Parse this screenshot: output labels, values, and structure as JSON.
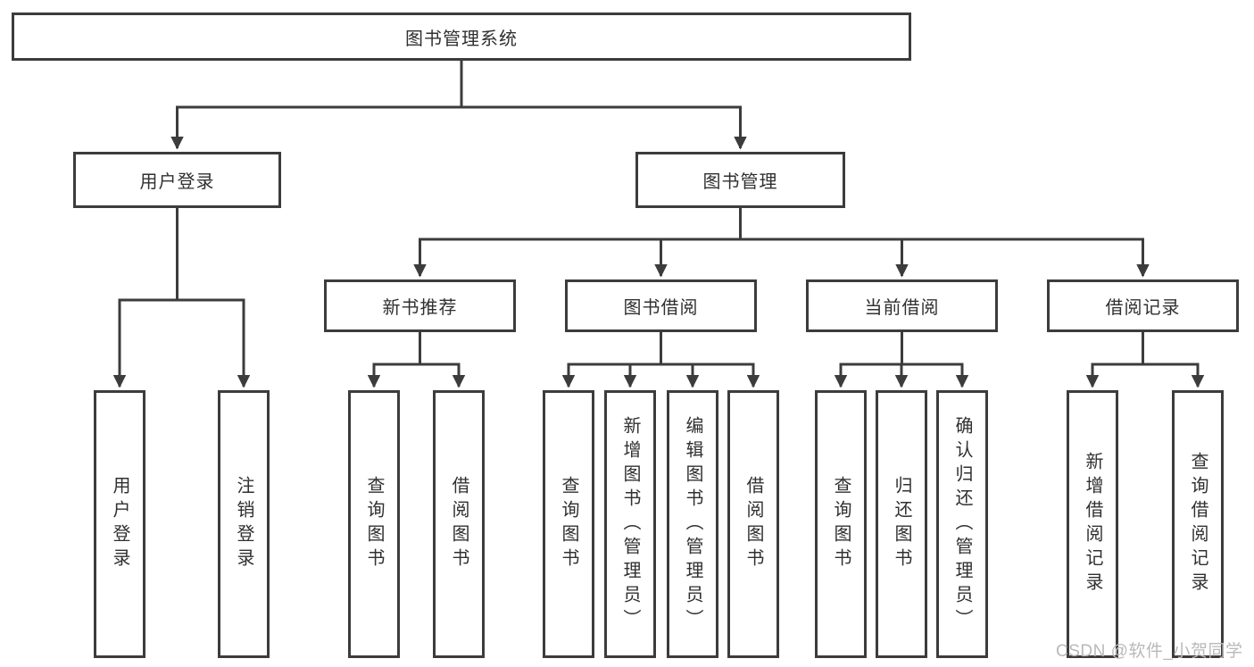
{
  "colors": {
    "line": "#3c3c3c",
    "text": "#303030",
    "watermark": "#b9b9b9",
    "background": "#ffffff"
  },
  "watermark": {
    "text": "CSDN @软件_小贺同学"
  },
  "tree": {
    "root": {
      "label": "图书管理系统"
    },
    "children": [
      {
        "label": "用户登录",
        "children": [
          {
            "label": "用户登录"
          },
          {
            "label": "注销登录"
          }
        ]
      },
      {
        "label": "图书管理",
        "children": [
          {
            "label": "新书推荐",
            "children": [
              {
                "label": "查询图书"
              },
              {
                "label": "借阅图书"
              }
            ]
          },
          {
            "label": "图书借阅",
            "children": [
              {
                "label": "查询图书"
              },
              {
                "label": "新增图书（管理员）"
              },
              {
                "label": "编辑图书（管理员）"
              },
              {
                "label": "借阅图书"
              }
            ]
          },
          {
            "label": "当前借阅",
            "children": [
              {
                "label": "查询图书"
              },
              {
                "label": "归还图书"
              },
              {
                "label": "确认归还（管理员）"
              }
            ]
          },
          {
            "label": "借阅记录",
            "children": [
              {
                "label": "新增借阅记录"
              },
              {
                "label": "查询借阅记录"
              }
            ]
          }
        ]
      }
    ]
  }
}
